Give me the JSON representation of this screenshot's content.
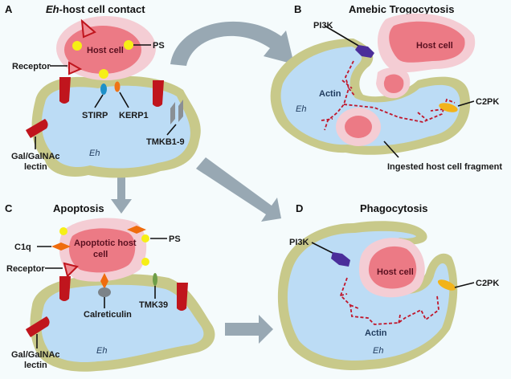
{
  "colors": {
    "membrane": "#c8c98a",
    "cytoplasm": "#bcdcf5",
    "host_outer": "#f4cdd4",
    "host_inner": "#ec7a85",
    "arrow": "#98a8b3",
    "receptor_red": "#c0151d",
    "ps_yellow": "#f6ef16",
    "pi3k_purple": "#4b2e9a",
    "c2pk_orange": "#f2b31a",
    "c1q_orange": "#ef6c0e",
    "stirp_blue": "#1e90c8",
    "kerp1_orange": "#ef7416",
    "tmk_gray": "#8a8f94",
    "tmk39_green": "#6e9e48",
    "calreticulin_gray": "#7c8388"
  },
  "panels": {
    "a": {
      "letter": "A",
      "title_italic": "Eh",
      "title_rest": "-host cell contact",
      "host_cell": "Host cell",
      "labels": {
        "ps": "PS",
        "receptor": "Receptor",
        "stirp": "STIRP",
        "kerp1": "KERP1",
        "tmkb": "TMKB1-9",
        "lectin_line1": "Gal/GalNAc",
        "lectin_line2": "lectin",
        "eh": "Eh"
      }
    },
    "b": {
      "letter": "B",
      "title": "Amebic Trogocytosis",
      "host_cell": "Host cell",
      "labels": {
        "pi3k": "PI3K",
        "c2pk": "C2PK",
        "actin": "Actin",
        "eh": "Eh",
        "fragment": "Ingested host cell fragment"
      }
    },
    "c": {
      "letter": "C",
      "title": "Apoptosis",
      "host_cell_line1": "Apoptotic host",
      "host_cell_line2": "cell",
      "labels": {
        "c1q": "C1q",
        "ps": "PS",
        "receptor": "Receptor",
        "calreticulin": "Calreticulin",
        "tmk39": "TMK39",
        "lectin_line1": "Gal/GalNAc",
        "lectin_line2": "lectin",
        "eh": "Eh"
      }
    },
    "d": {
      "letter": "D",
      "title": "Phagocytosis",
      "host_cell": "Host cell",
      "labels": {
        "pi3k": "PI3K",
        "c2pk": "C2PK",
        "actin": "Actin",
        "eh": "Eh"
      }
    }
  },
  "arrows": [
    {
      "from": "A",
      "to": "B",
      "shape": "curved"
    },
    {
      "from": "A",
      "to": "C",
      "shape": "straight-down"
    },
    {
      "from": "A",
      "to": "D",
      "shape": "diagonal"
    },
    {
      "from": "C",
      "to": "D",
      "shape": "straight-right"
    }
  ]
}
